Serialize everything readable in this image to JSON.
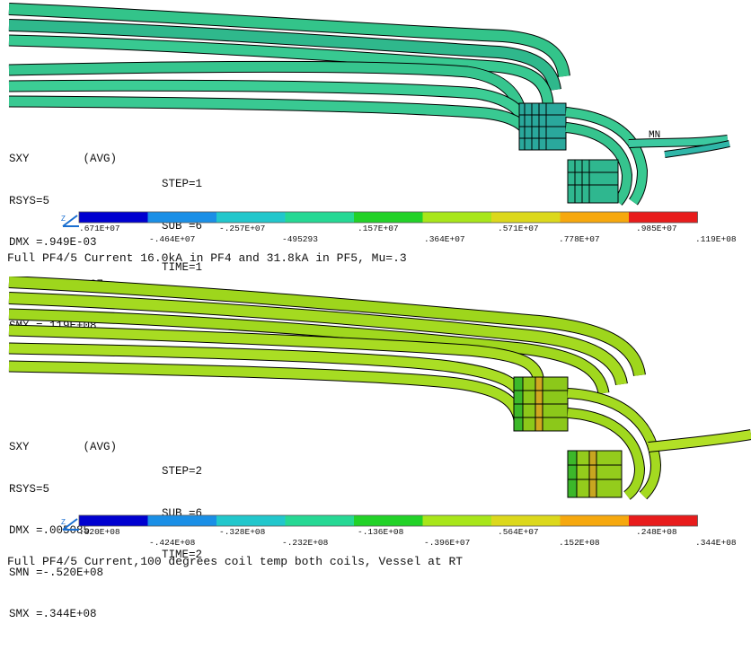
{
  "panels": [
    {
      "result": {
        "quantity": "SXY",
        "avg": "(AVG)",
        "rsys": "RSYS=5",
        "dmx": "DMX =.949E-03",
        "smn": "SMN =-.671E+07",
        "smx": "SMX =.119E+08"
      },
      "step": {
        "step": "STEP=1",
        "sub": "SUB =6",
        "time": "TIME=1"
      },
      "marker": "MN",
      "legend_colors": [
        "#0000d0",
        "#1a8fe6",
        "#22c7cc",
        "#26d894",
        "#22d228",
        "#a8e61a",
        "#dcd81c",
        "#f6a80e",
        "#e81c1c"
      ],
      "legend_upper": [
        ".671E+07",
        "-.257E+07",
        ".157E+07",
        ".571E+07",
        ".985E+07"
      ],
      "legend_lower": [
        "-.464E+07",
        "-495293",
        ".364E+07",
        ".778E+07",
        ".119E+08"
      ],
      "caption": "Full PF4/5 Current 16.0kA in PF4 and 31.8kA in PF5, Mu=.3"
    },
    {
      "result": {
        "quantity": "SXY",
        "avg": "(AVG)",
        "rsys": "RSYS=5",
        "dmx": "DMX =.005085",
        "smn": "SMN =-.520E+08",
        "smx": "SMX =.344E+08"
      },
      "step": {
        "step": "STEP=2",
        "sub": "SUB =6",
        "time": "TIME=2"
      },
      "marker": "",
      "legend_colors": [
        "#0000d0",
        "#1a8fe6",
        "#22c7cc",
        "#26d894",
        "#22d228",
        "#a8e61a",
        "#dcd81c",
        "#f6a80e",
        "#e81c1c"
      ],
      "legend_upper": [
        ".520E+08",
        "-.328E+08",
        "-.136E+08",
        ".564E+07",
        ".248E+08"
      ],
      "legend_lower": [
        "-.424E+08",
        "-.232E+08",
        "-.396E+07",
        ".152E+08",
        ".344E+08"
      ],
      "caption": "Full PF4/5 Current,100 degrees coil temp both coils, Vessel at RT"
    }
  ]
}
